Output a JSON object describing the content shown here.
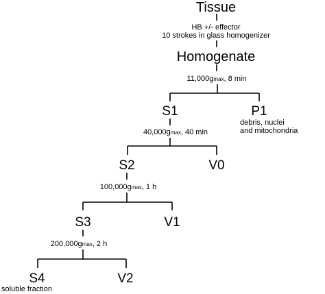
{
  "nodes": {
    "tissue": "Tissue",
    "homogenate": "Homogenate",
    "s1": "S1",
    "p1": "P1",
    "s2": "S2",
    "v0": "V0",
    "s3": "S3",
    "v1": "V1",
    "s4": "S4",
    "v2": "V2"
  },
  "annotations": {
    "step0_line1": "HB +/- effector",
    "step0_line2": "10 strokes in glass homogenizer",
    "p1_line1": "debris, nuclei",
    "p1_line2": "and mitochondria",
    "s4_note": "soluble fraction"
  },
  "centrifugation_steps": [
    {
      "force": "11,000",
      "unit": "g",
      "sub": "max",
      "rest": ", 8 min"
    },
    {
      "force": "40,000",
      "unit": "g",
      "sub": "max",
      "rest": ", 40 min"
    },
    {
      "force": "100,000",
      "unit": "g",
      "sub": "max",
      "rest": ", 1 h"
    },
    {
      "force": "200,000",
      "unit": "g",
      "sub": "max",
      "rest": ", 2 h"
    }
  ]
}
